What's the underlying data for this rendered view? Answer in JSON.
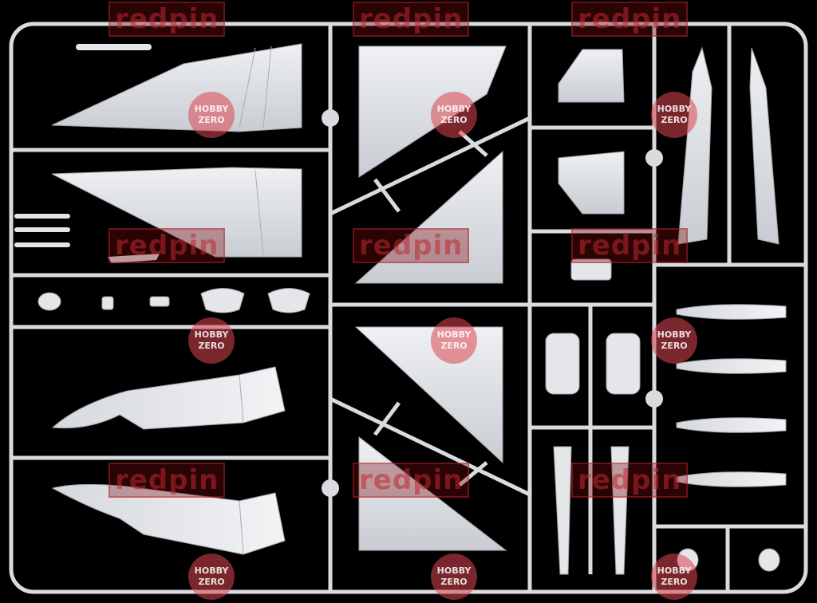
{
  "image": {
    "subject": "Grey plastic model kit sprue frame holding aircraft parts (wings, tail fins, fuselage halves, small details) on a black background",
    "colors": {
      "background": "#000000",
      "plastic": "#e4e6ea",
      "plastic_shadow": "#b9bcc2",
      "watermark_red": "#c0282d"
    }
  },
  "watermarks": {
    "brand": "redpin",
    "badge_line1": "HOBBY",
    "badge_line2": "ZERO"
  }
}
